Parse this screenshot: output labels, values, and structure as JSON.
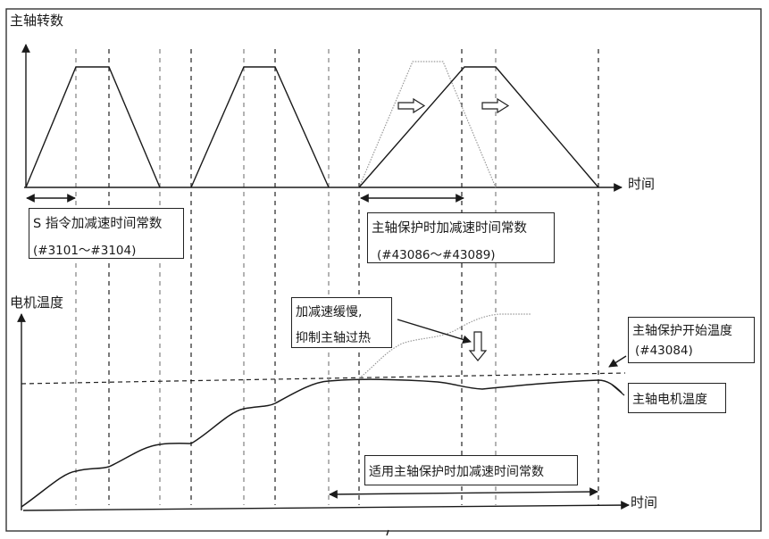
{
  "top_chart": {
    "y_axis_label": "主轴转数",
    "x_axis_label": "时间",
    "cycle_count_normal": 2,
    "note_s_command": {
      "line1": "S 指令加减速时间常数",
      "line2": "(#3101～#3104)"
    },
    "note_protection": {
      "line1": "主轴保护时加减速时间常数",
      "line2": "(#43086～#43089)"
    }
  },
  "bottom_chart": {
    "y_axis_label": "电机温度",
    "x_axis_label": "时间",
    "note_slow": {
      "line1": "加减速缓慢,",
      "line2": "抑制主轴过热"
    },
    "note_threshold": {
      "line1": "主轴保护开始温度",
      "line2": "(#43084)"
    },
    "note_motor_temp": "主轴电机温度",
    "note_applied": "适用主轴保护时加减速时间常数"
  },
  "colors": {
    "line": "#1a1a1a",
    "dashed": "#555555",
    "dotted": "#9a9a9a",
    "frame": "#333333"
  }
}
